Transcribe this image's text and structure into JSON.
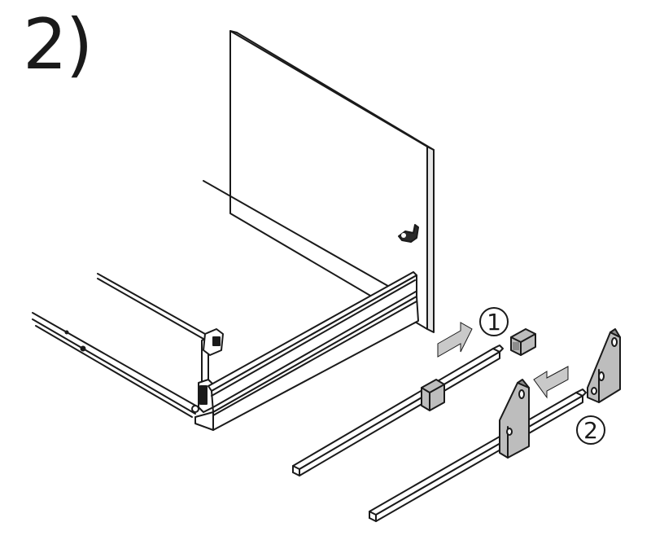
{
  "step": {
    "label": "2)"
  },
  "callouts": [
    {
      "label": "1"
    },
    {
      "label": "2"
    }
  ],
  "colors": {
    "line": "#1a1a1a",
    "panel": "#ffffff",
    "part_shade": "#bdbdbd",
    "part_dark": "#8c8c8c",
    "arrow_fill": "#c9c9c9"
  }
}
